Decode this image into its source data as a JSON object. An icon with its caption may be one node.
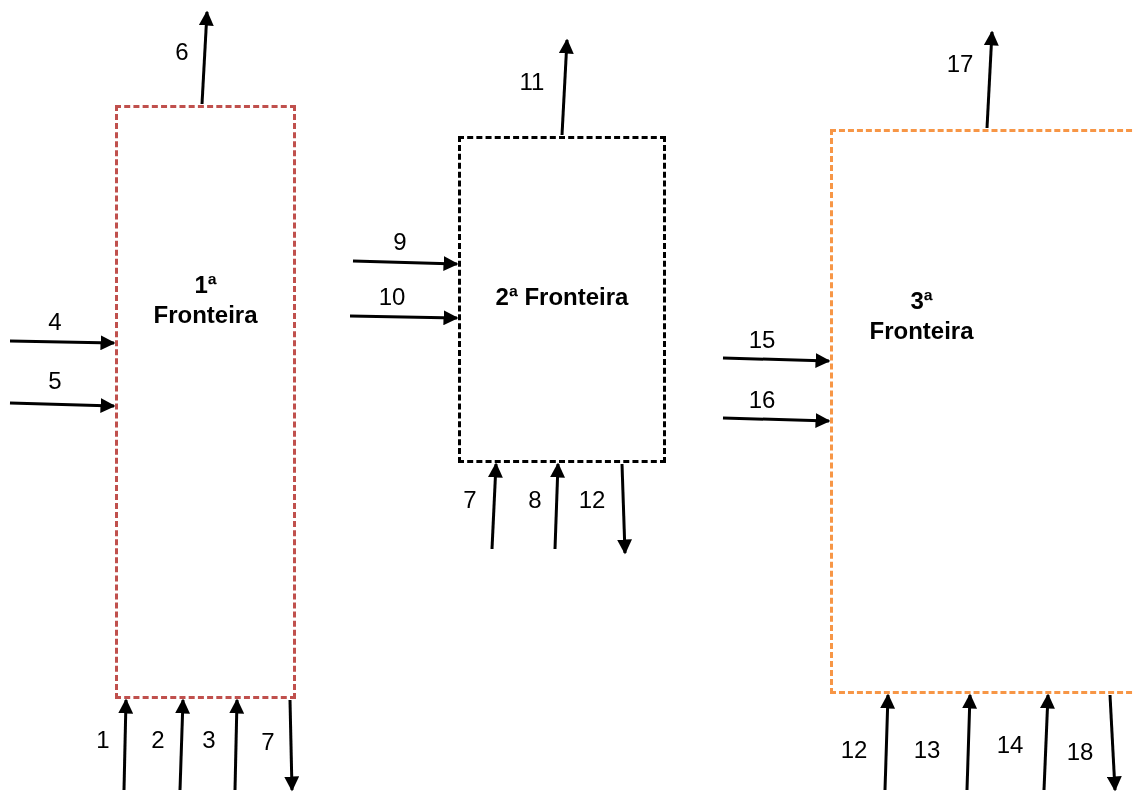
{
  "diagram": {
    "nodes": [
      {
        "text": [
          "1ª Fronteira"
        ]
      },
      {
        "text": [
          "2ª Fronteira"
        ]
      },
      {
        "text": [
          "3ª Fronteira"
        ]
      }
    ],
    "edges": [
      {
        "from": 0,
        "to": null,
        "arrow": "to",
        "label": "6"
      },
      {
        "from": null,
        "to": 0,
        "arrow": "to",
        "label": "4"
      },
      {
        "from": null,
        "to": 0,
        "arrow": "to",
        "label": "5"
      },
      {
        "from": null,
        "to": 0,
        "arrow": "to",
        "label": "1"
      },
      {
        "from": null,
        "to": 0,
        "arrow": "to",
        "label": "2"
      },
      {
        "from": null,
        "to": 0,
        "arrow": "to",
        "label": "3"
      },
      {
        "from": 0,
        "to": null,
        "arrow": "to",
        "label": "7"
      },
      {
        "from": 1,
        "to": null,
        "arrow": "to",
        "label": "11"
      },
      {
        "from": null,
        "to": 1,
        "arrow": "to",
        "label": "9"
      },
      {
        "from": null,
        "to": 1,
        "arrow": "to",
        "label": "10"
      },
      {
        "from": null,
        "to": 1,
        "arrow": "to",
        "label": "7"
      },
      {
        "from": null,
        "to": 1,
        "arrow": "to",
        "label": "8"
      },
      {
        "from": 1,
        "to": null,
        "arrow": "to",
        "label": "12"
      },
      {
        "from": 2,
        "to": null,
        "arrow": "to",
        "label": "17"
      },
      {
        "from": null,
        "to": 2,
        "arrow": "to",
        "label": "15"
      },
      {
        "from": null,
        "to": 2,
        "arrow": "to",
        "label": "16"
      },
      {
        "from": null,
        "to": 2,
        "arrow": "to",
        "label": "12"
      },
      {
        "from": null,
        "to": 2,
        "arrow": "to",
        "label": "13"
      },
      {
        "from": null,
        "to": 2,
        "arrow": "to",
        "label": "14"
      },
      {
        "from": 2,
        "to": null,
        "arrow": "to",
        "label": "18"
      }
    ]
  }
}
